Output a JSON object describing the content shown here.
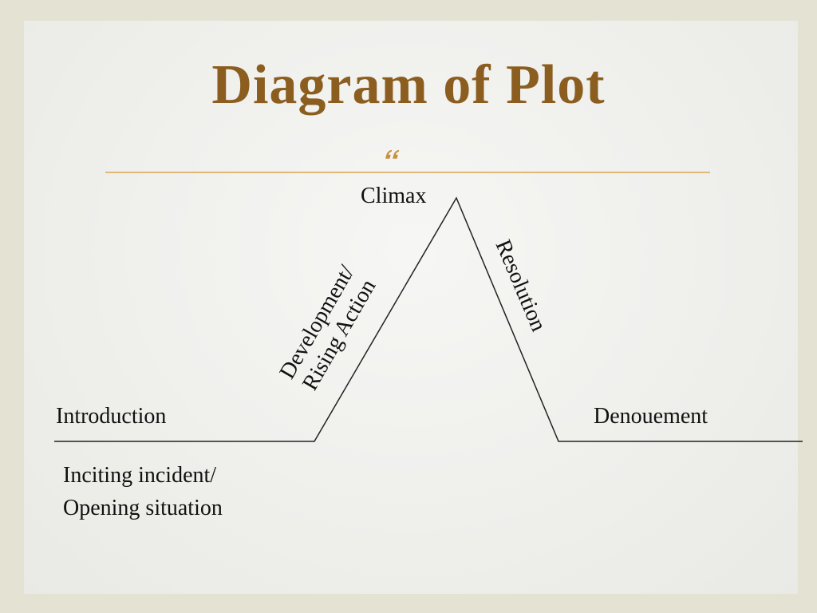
{
  "title": "Diagram of Plot",
  "ornament_icon": "decorative-flourish-icon",
  "colors": {
    "title": "#8b5e20",
    "rule": "#e2b77a",
    "ornament": "#c8913e",
    "line": "#222222"
  },
  "labels": {
    "climax": "Climax",
    "rising_line1": "Development/",
    "rising_line2": "Rising Action",
    "resolution": "Resolution",
    "introduction": "Introduction",
    "denouement": "Denouement",
    "inciting_line1": "Inciting incident/",
    "inciting_line2": "Opening situation"
  }
}
